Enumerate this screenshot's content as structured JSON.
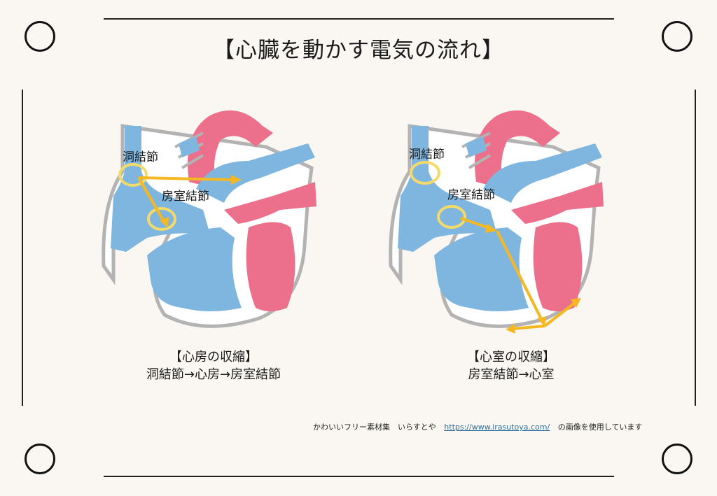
{
  "title": "【心臓を動かす電気の流れ】",
  "colors": {
    "background": "#faf7f2",
    "vein_blue": "#7fb6e0",
    "artery_pink": "#ec6f8b",
    "outline_gray": "#b3b3b3",
    "node_circle_yellow": "#f3da6a",
    "signal_arrow": "#f5b820"
  },
  "panels": [
    {
      "name": "atrial-contraction",
      "labels": {
        "sa_node": "洞結節",
        "av_node": "房室結節"
      },
      "caption_title": "【心房の収縮】",
      "caption_flow": "洞結節→心房→房室結節"
    },
    {
      "name": "ventricular-contraction",
      "labels": {
        "sa_node": "洞結節",
        "av_node": "房室結節"
      },
      "caption_title": "【心室の収縮】",
      "caption_flow": "房室結節→心室"
    }
  ],
  "credit": {
    "prefix": "かわいいフリー素材集　いらすとや",
    "link": "https://www.irasutoya.com/",
    "suffix": "の画像を使用しています"
  }
}
